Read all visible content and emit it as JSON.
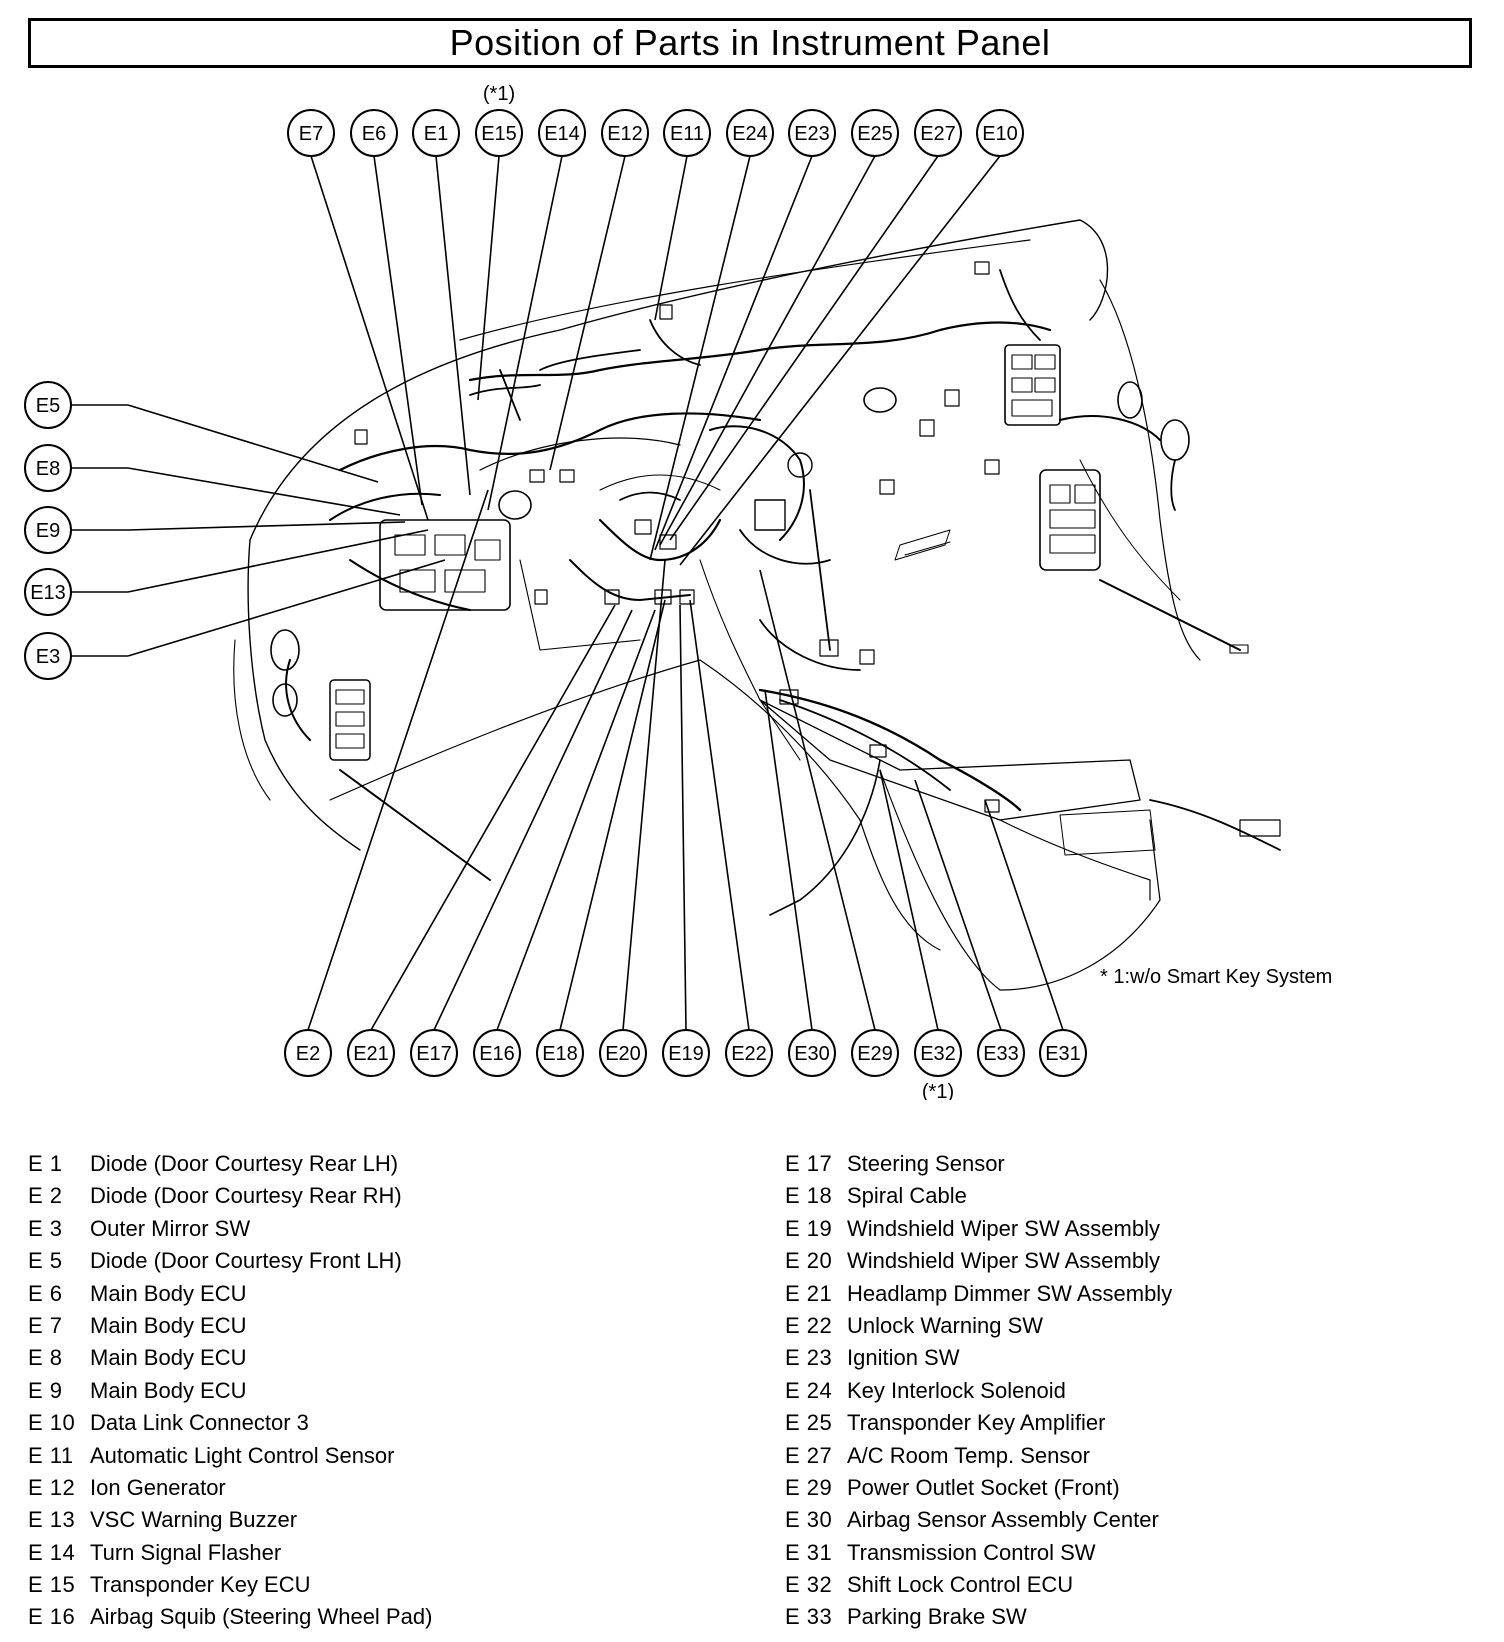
{
  "title": "Position of Parts in Instrument Panel",
  "top_callouts": [
    {
      "label": "E7"
    },
    {
      "label": "E6"
    },
    {
      "label": "E1"
    },
    {
      "label": "E15",
      "note": "(*1)"
    },
    {
      "label": "E14"
    },
    {
      "label": "E12"
    },
    {
      "label": "E11"
    },
    {
      "label": "E24"
    },
    {
      "label": "E23"
    },
    {
      "label": "E25"
    },
    {
      "label": "E27"
    },
    {
      "label": "E10"
    }
  ],
  "left_callouts": [
    {
      "label": "E5"
    },
    {
      "label": "E8"
    },
    {
      "label": "E9"
    },
    {
      "label": "E13"
    },
    {
      "label": "E3"
    }
  ],
  "bottom_callouts": [
    {
      "label": "E2"
    },
    {
      "label": "E21"
    },
    {
      "label": "E17"
    },
    {
      "label": "E16"
    },
    {
      "label": "E18"
    },
    {
      "label": "E20"
    },
    {
      "label": "E19"
    },
    {
      "label": "E22"
    },
    {
      "label": "E30"
    },
    {
      "label": "E29"
    },
    {
      "label": "E32",
      "note": "(*1)"
    },
    {
      "label": "E33"
    },
    {
      "label": "E31"
    }
  ],
  "footnote": "* 1:w/o Smart Key System",
  "legend_left": [
    {
      "code": "E  1",
      "name": "Diode (Door Courtesy Rear LH)"
    },
    {
      "code": "E  2",
      "name": "Diode (Door Courtesy Rear RH)"
    },
    {
      "code": "E  3",
      "name": "Outer Mirror SW"
    },
    {
      "code": "E  5",
      "name": "Diode (Door Courtesy Front LH)"
    },
    {
      "code": "E  6",
      "name": "Main Body ECU"
    },
    {
      "code": "E  7",
      "name": "Main Body ECU"
    },
    {
      "code": "E  8",
      "name": "Main Body ECU"
    },
    {
      "code": "E  9",
      "name": "Main Body ECU"
    },
    {
      "code": "E 10",
      "name": "Data Link Connector 3"
    },
    {
      "code": "E 11",
      "name": "Automatic Light Control Sensor"
    },
    {
      "code": "E 12",
      "name": "Ion Generator"
    },
    {
      "code": "E 13",
      "name": "VSC Warning Buzzer"
    },
    {
      "code": "E 14",
      "name": "Turn Signal Flasher"
    },
    {
      "code": "E 15",
      "name": "Transponder Key ECU"
    },
    {
      "code": "E 16",
      "name": "Airbag Squib (Steering Wheel Pad)"
    }
  ],
  "legend_right": [
    {
      "code": "E 17",
      "name": "Steering Sensor"
    },
    {
      "code": "E 18",
      "name": "Spiral Cable"
    },
    {
      "code": "E 19",
      "name": "Windshield Wiper SW Assembly"
    },
    {
      "code": "E 20",
      "name": "Windshield Wiper SW Assembly"
    },
    {
      "code": "E 21",
      "name": "Headlamp Dimmer SW Assembly"
    },
    {
      "code": "E 22",
      "name": "Unlock Warning SW"
    },
    {
      "code": "E 23",
      "name": "Ignition SW"
    },
    {
      "code": "E 24",
      "name": "Key Interlock Solenoid"
    },
    {
      "code": "E 25",
      "name": "Transponder Key Amplifier"
    },
    {
      "code": "E 27",
      "name": "A/C Room Temp. Sensor"
    },
    {
      "code": "E 29",
      "name": "Power Outlet Socket (Front)"
    },
    {
      "code": "E 30",
      "name": "Airbag Sensor Assembly Center"
    },
    {
      "code": "E 31",
      "name": "Transmission Control SW"
    },
    {
      "code": "E 32",
      "name": "Shift Lock Control ECU"
    },
    {
      "code": "E 33",
      "name": "Parking Brake SW"
    }
  ]
}
